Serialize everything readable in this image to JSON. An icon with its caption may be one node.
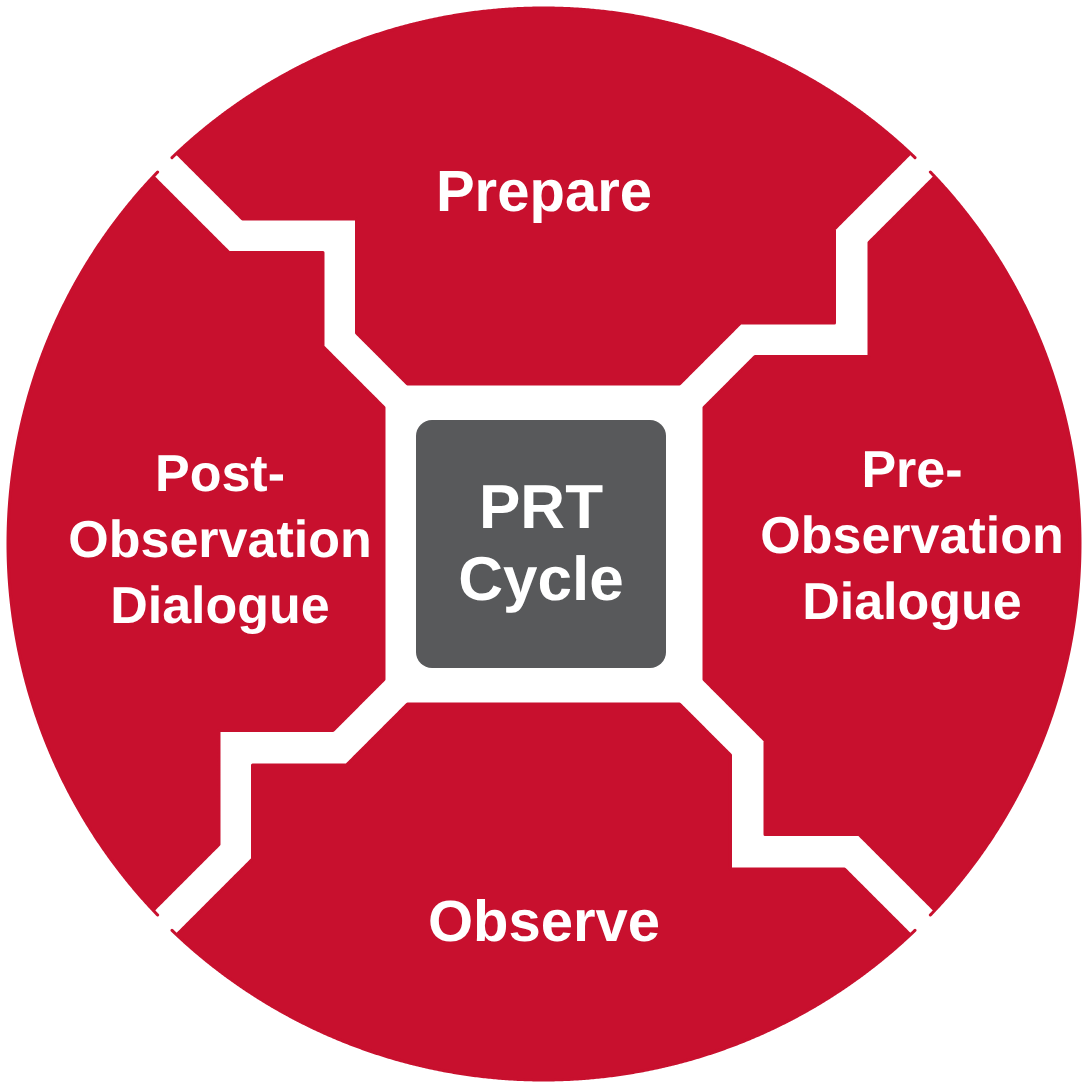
{
  "diagram": {
    "nodes": [
      {
        "text": [
          "Prepare"
        ]
      },
      {
        "text": [
          "Post-Observation Dialogue"
        ]
      },
      {
        "text": [
          "PRT Cycle"
        ]
      },
      {
        "text": [
          "Pre-Observation Dialogue"
        ]
      },
      {
        "text": [
          "Observe"
        ]
      }
    ]
  }
}
